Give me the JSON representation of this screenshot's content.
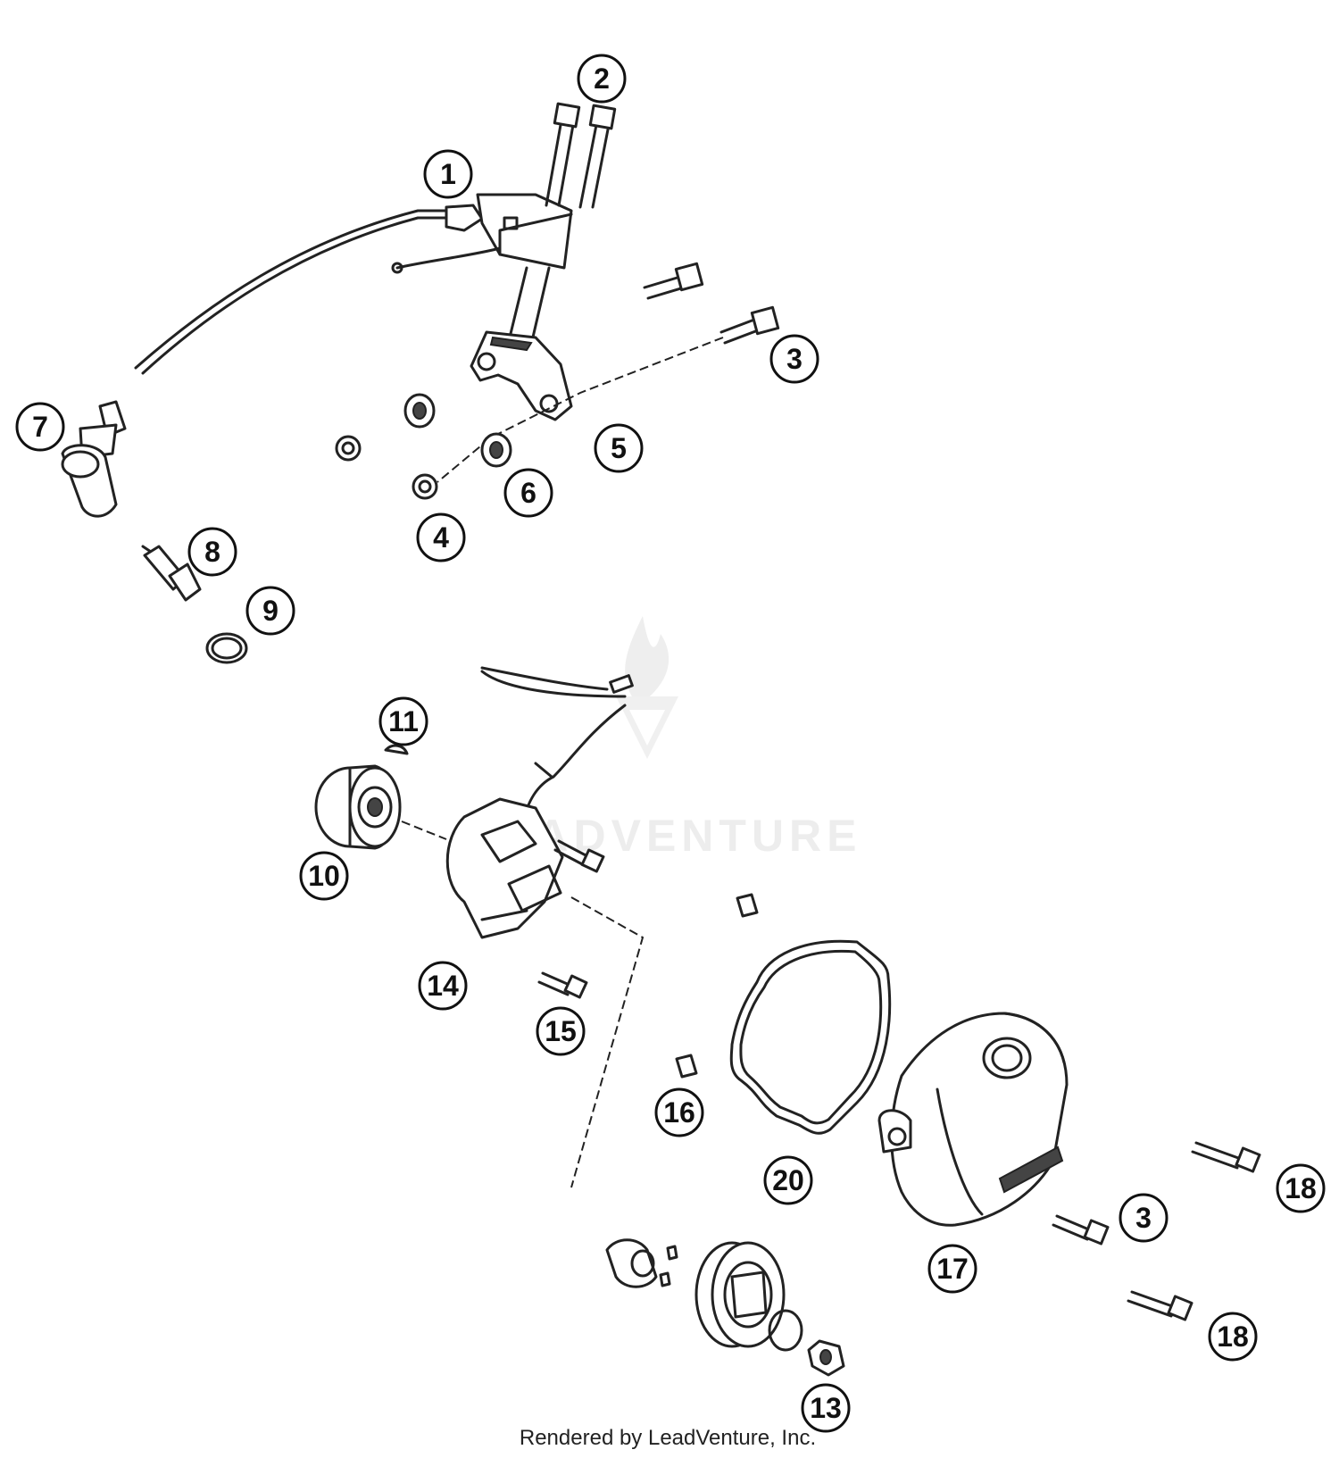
{
  "callouts": [
    {
      "id": "1",
      "label": "1"
    },
    {
      "id": "2",
      "label": "2"
    },
    {
      "id": "3a",
      "label": "3"
    },
    {
      "id": "3b",
      "label": "3"
    },
    {
      "id": "4",
      "label": "4"
    },
    {
      "id": "5",
      "label": "5"
    },
    {
      "id": "6",
      "label": "6"
    },
    {
      "id": "7",
      "label": "7"
    },
    {
      "id": "8",
      "label": "8"
    },
    {
      "id": "9",
      "label": "9"
    },
    {
      "id": "10",
      "label": "10"
    },
    {
      "id": "11",
      "label": "11"
    },
    {
      "id": "13",
      "label": "13"
    },
    {
      "id": "14",
      "label": "14"
    },
    {
      "id": "15",
      "label": "15"
    },
    {
      "id": "16",
      "label": "16"
    },
    {
      "id": "17",
      "label": "17"
    },
    {
      "id": "18a",
      "label": "18"
    },
    {
      "id": "18b",
      "label": "18"
    },
    {
      "id": "20",
      "label": "20"
    }
  ],
  "watermark": {
    "text": "LEADVENTURE",
    "icon": "flame-v-logo"
  },
  "footer": {
    "text": "Rendered by LeadVenture, Inc."
  }
}
